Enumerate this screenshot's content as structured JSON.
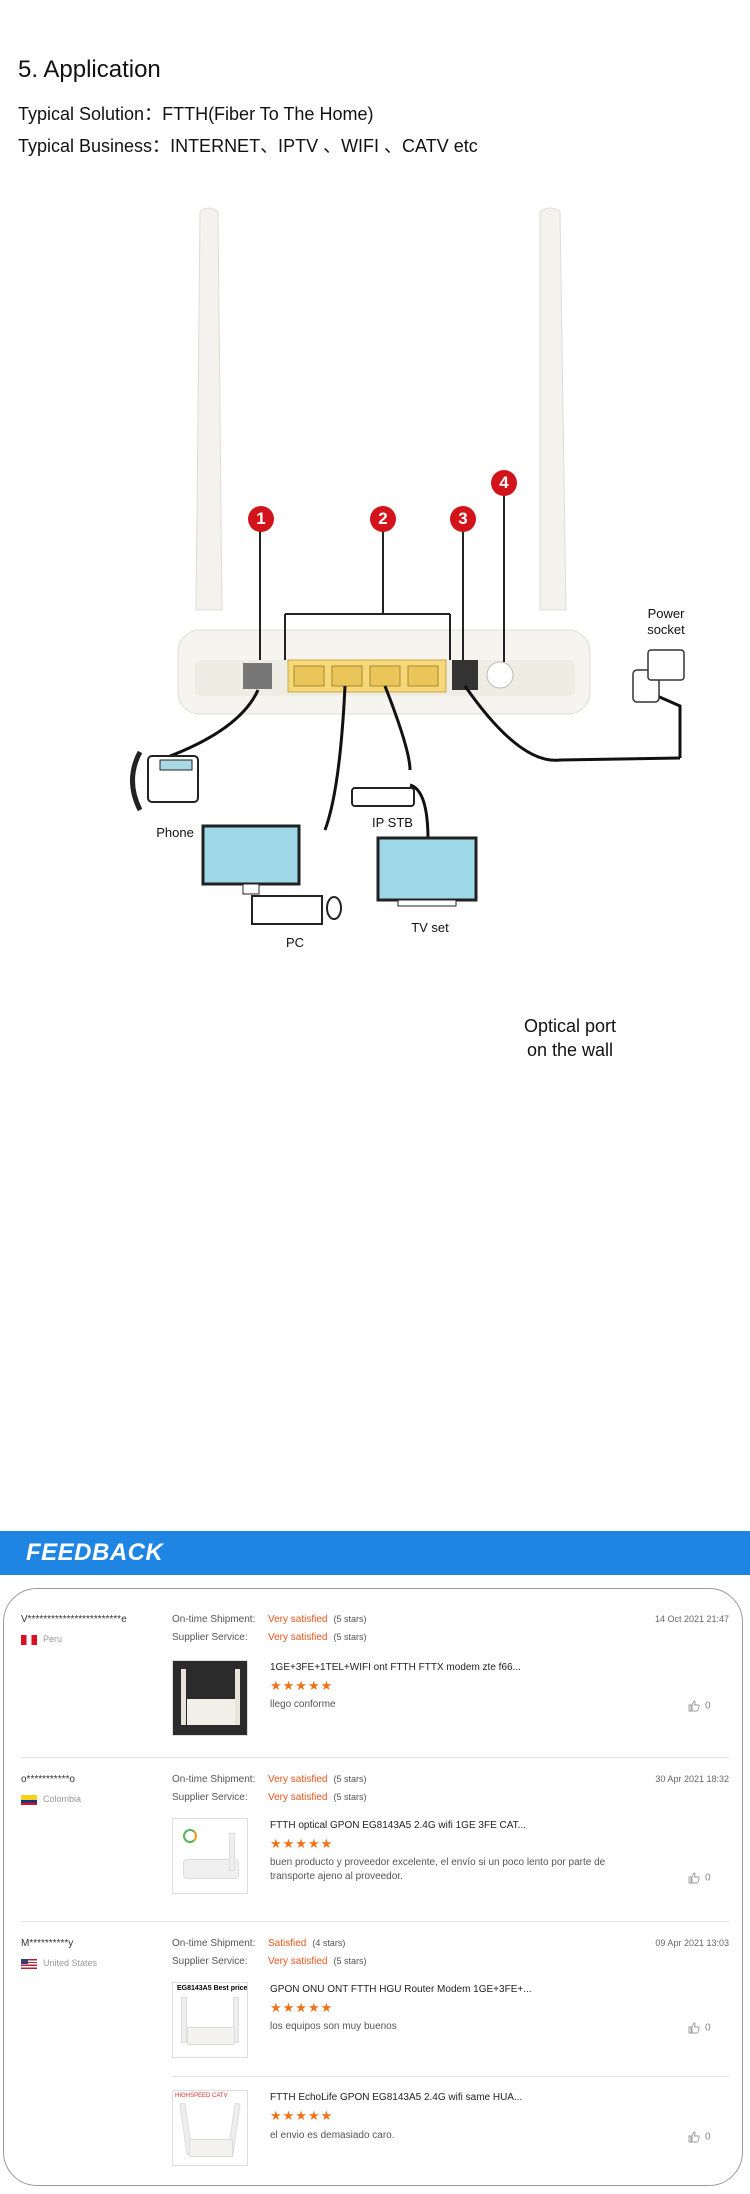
{
  "application": {
    "heading": "5. Application",
    "solution_label": "Typical Solution：",
    "solution_value": "FTTH(Fiber To The Home)",
    "business_label": "Typical Business：",
    "business_value": "INTERNET、IPTV 、WIFI 、CATV etc"
  },
  "diagram": {
    "badges": [
      "1",
      "2",
      "3",
      "4"
    ],
    "power_socket": "Power\nsocket",
    "phone": "Phone",
    "ip_stb": "IP STB",
    "pc": "PC",
    "tv_set": "TV set",
    "optical_port": "Optical port\non the wall"
  },
  "feedback": {
    "title": "FEEDBACK",
    "shipment_label": "On-time Shipment:",
    "service_label": "Supplier Service:",
    "reviews": [
      {
        "reviewer": "V************************e",
        "country": "Peru",
        "shipment": "Very satisfied",
        "shipment_stars": "(5 stars)",
        "service": "Very satisfied",
        "service_stars": "(5 stars)",
        "date": "14 Oct 2021 21:47",
        "items": [
          {
            "title": "1GE+3FE+1TEL+WIFI ont FTTH FTTX modem zte f66...",
            "stars": "★★★★★",
            "comment": "llego conforme",
            "likes": "0"
          }
        ]
      },
      {
        "reviewer": "o***********o",
        "country": "Colombia",
        "shipment": "Very satisfied",
        "shipment_stars": "(5 stars)",
        "service": "Very satisfied",
        "service_stars": "(5 stars)",
        "date": "30 Apr 2021 18:32",
        "items": [
          {
            "title": "FTTH optical GPON EG8143A5 2.4G wifi 1GE 3FE CAT...",
            "stars": "★★★★★",
            "comment": "buen producto y proveedor excelente, el envío si un poco lento por parte de transporte ajeno al proveedor.",
            "likes": "0"
          }
        ]
      },
      {
        "reviewer": "M**********y",
        "country": "United States",
        "shipment": "Satisfied",
        "shipment_stars": "(4 stars)",
        "service": "Very satisfied",
        "service_stars": "(5 stars)",
        "date": "09 Apr 2021 13:03",
        "items": [
          {
            "title": "GPON ONU ONT FTTH HGU Router Modem 1GE+3FE+...",
            "stars": "★★★★★",
            "comment": "los equipos son muy buenos",
            "likes": "0",
            "thumb_label": "EG8143A5 Best price"
          },
          {
            "title": "FTTH EchoLife GPON EG8143A5 2.4G wifi same HUA...",
            "stars": "★★★★★",
            "comment": "el envio es demasiado caro.",
            "likes": "0",
            "thumb_label": "HIGHSPEED CATV"
          }
        ]
      }
    ]
  },
  "colors": {
    "accent_blue": "#1e85e3",
    "badge_red": "#d2131c",
    "rating_orange": "#f07018"
  }
}
